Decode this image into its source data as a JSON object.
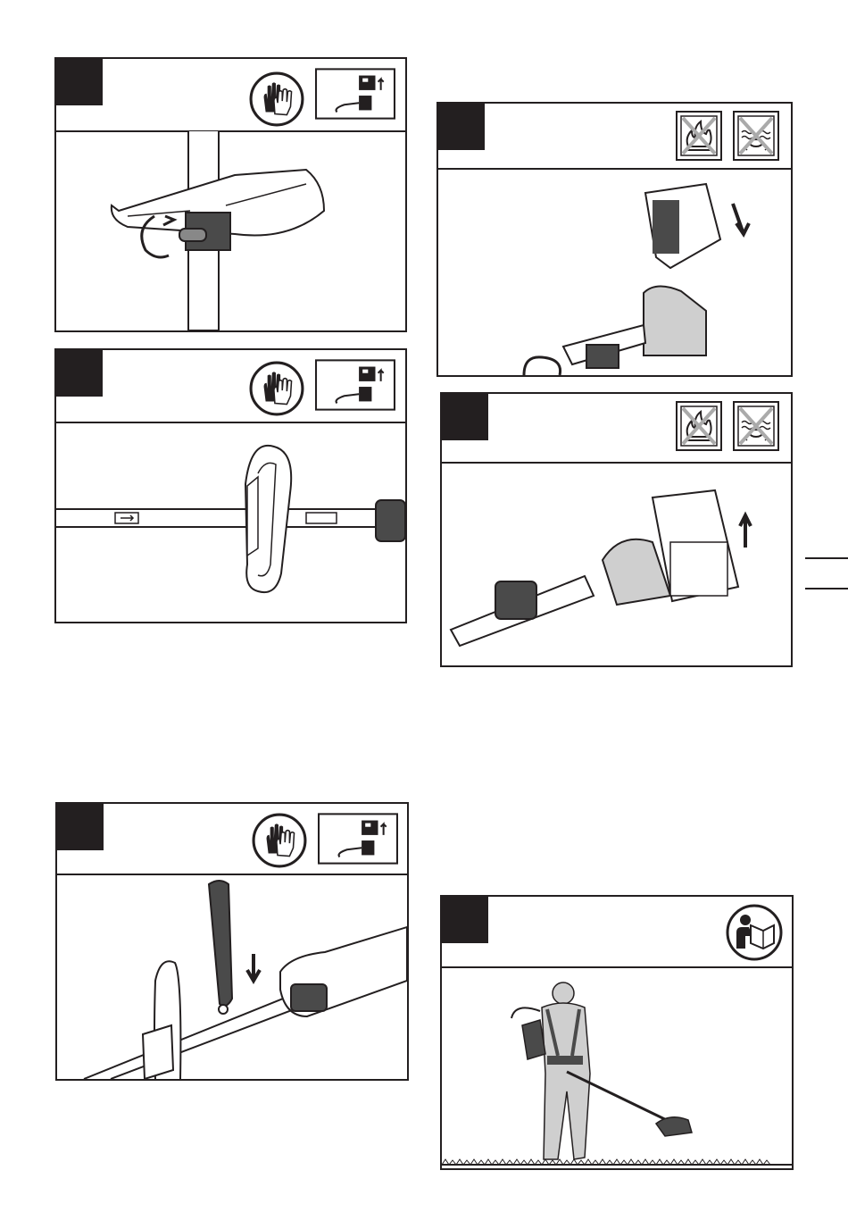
{
  "page": {
    "panels": [
      {
        "id": "strap-clamp",
        "icons": [
          "gloves-icon",
          "remove-battery-icon"
        ]
      },
      {
        "id": "handle-position",
        "icons": [
          "gloves-icon",
          "remove-battery-icon"
        ]
      },
      {
        "id": "insert-battery",
        "icons": [
          "no-fire-icon",
          "no-water-icon"
        ]
      },
      {
        "id": "remove-battery",
        "icons": [
          "no-fire-icon",
          "no-water-icon"
        ]
      },
      {
        "id": "attach-shoulder-strap",
        "icons": [
          "gloves-icon",
          "remove-battery-icon"
        ]
      },
      {
        "id": "operating-position",
        "icons": [
          "read-manual-icon"
        ]
      }
    ],
    "colors": {
      "ink": "#231f20",
      "grey": "#cfcfcf",
      "dark": "#4a4a4a"
    }
  }
}
